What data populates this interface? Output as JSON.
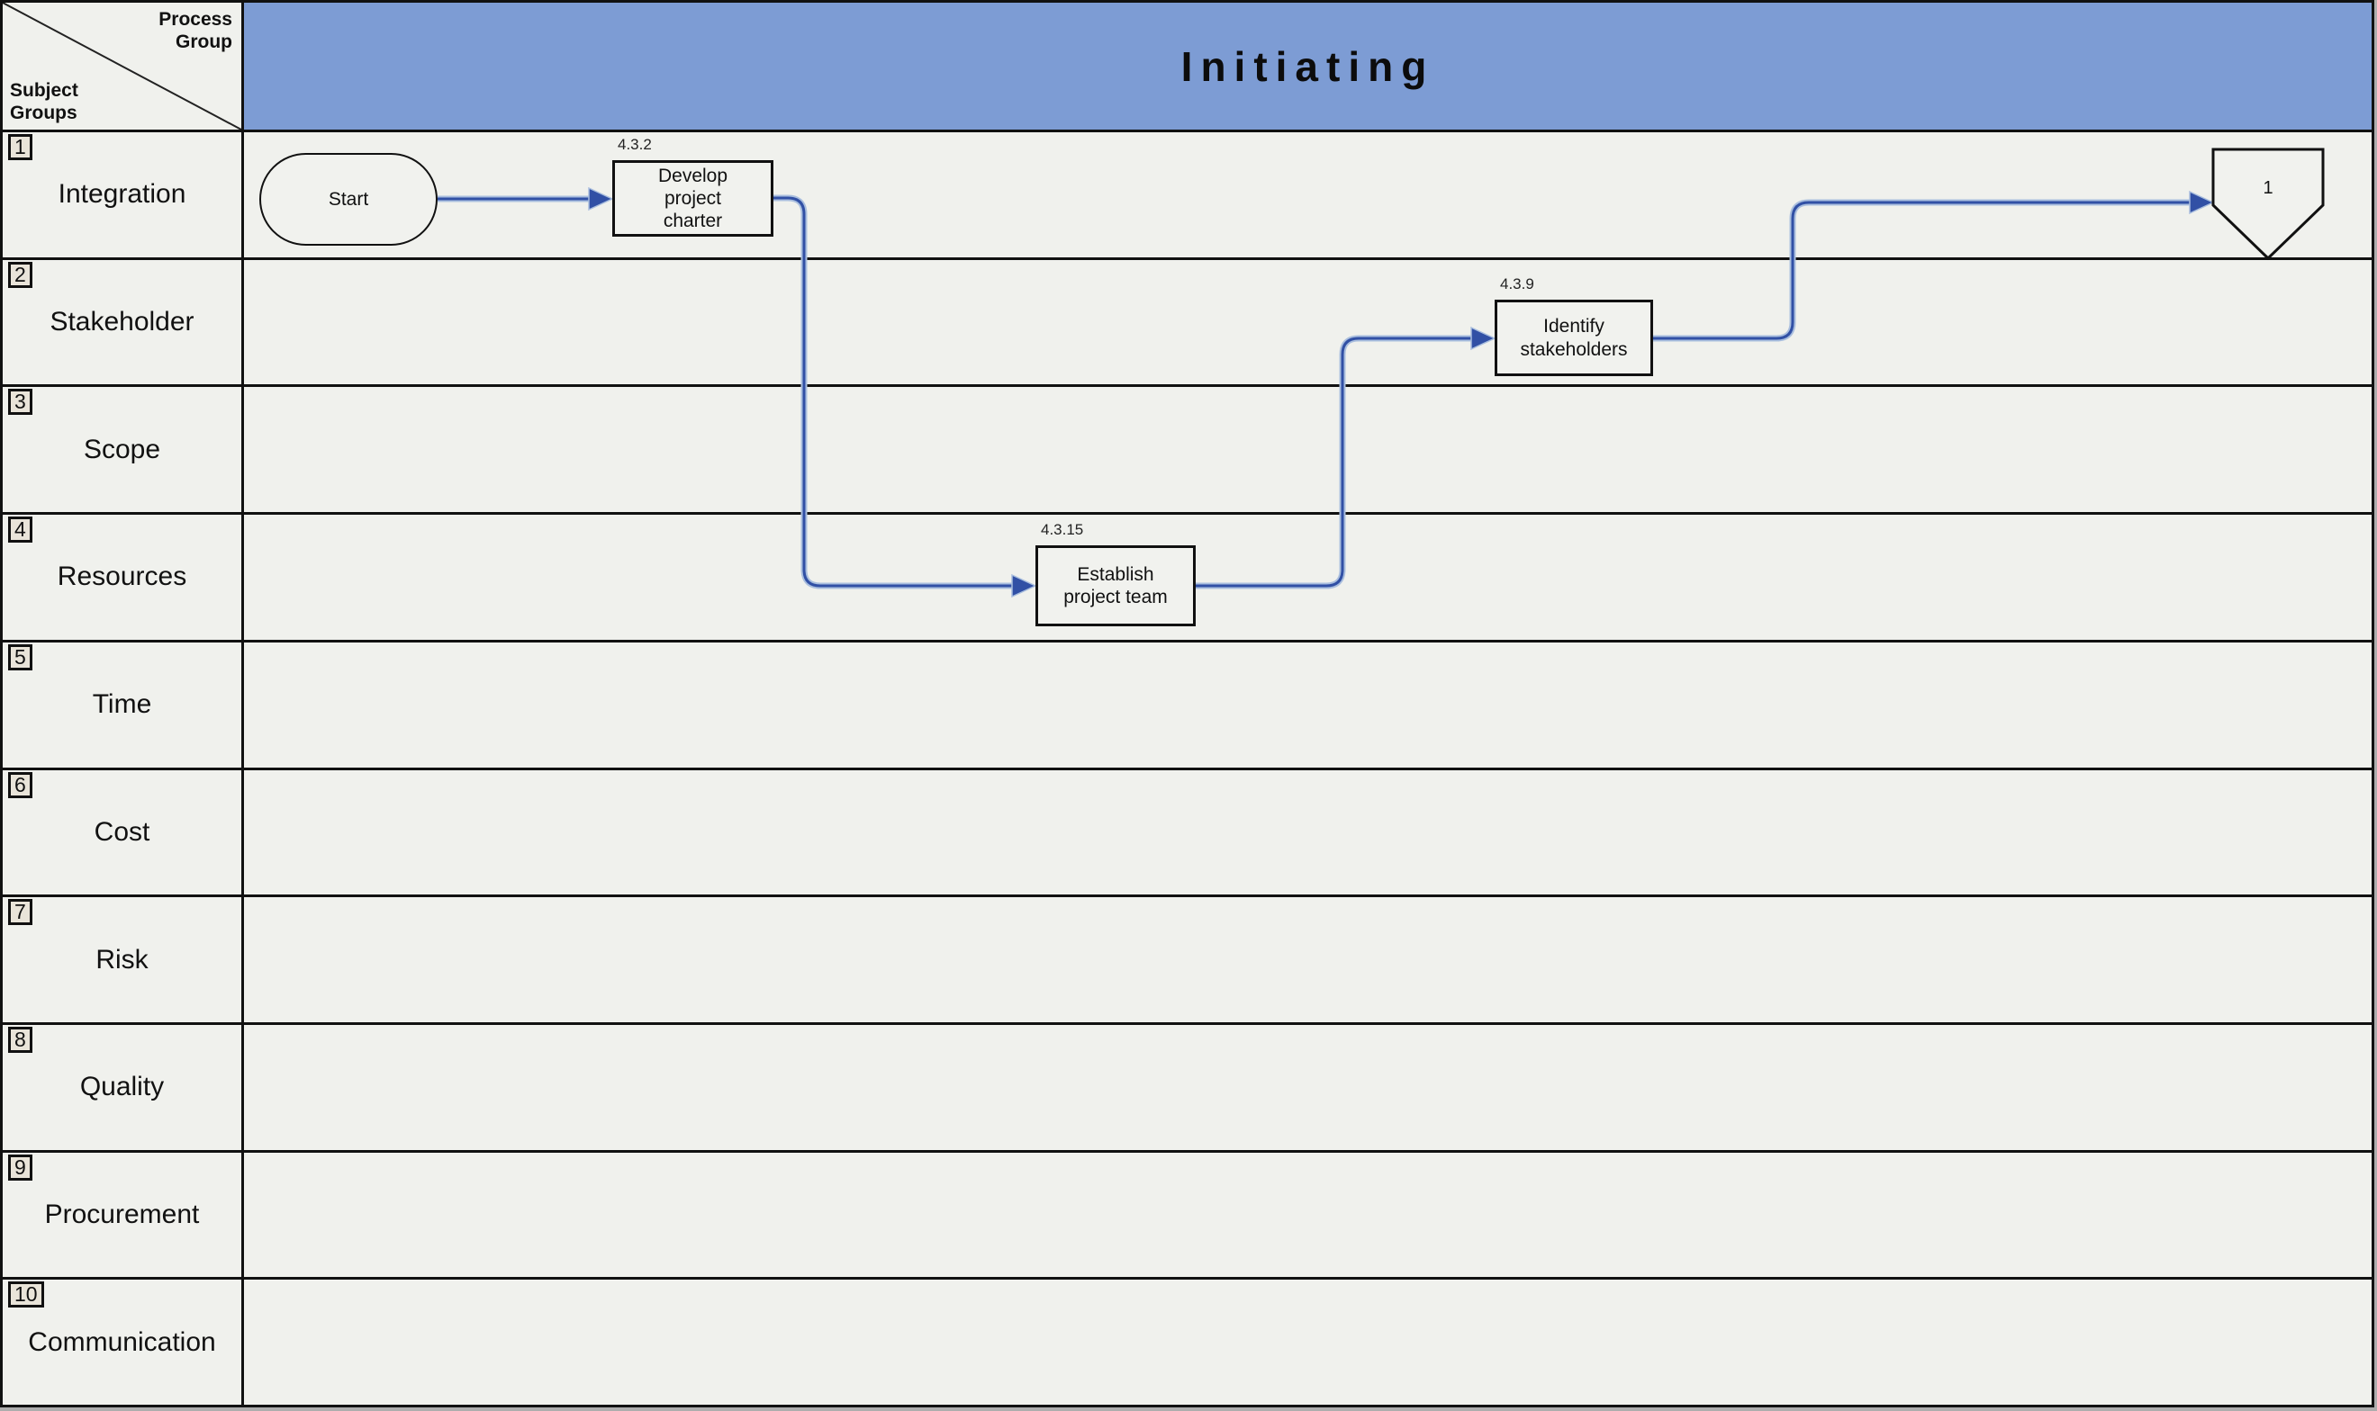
{
  "matrix": {
    "corner_top_label": "Process\nGroup",
    "corner_bottom_label": "Subject\nGroups",
    "header_title": "Initiating"
  },
  "rows": [
    {
      "number": "1",
      "label": "Integration"
    },
    {
      "number": "2",
      "label": "Stakeholder"
    },
    {
      "number": "3",
      "label": "Scope"
    },
    {
      "number": "4",
      "label": "Resources"
    },
    {
      "number": "5",
      "label": "Time"
    },
    {
      "number": "6",
      "label": "Cost"
    },
    {
      "number": "7",
      "label": "Risk"
    },
    {
      "number": "8",
      "label": "Quality"
    },
    {
      "number": "9",
      "label": "Procurement"
    },
    {
      "number": "10",
      "label": "Communication"
    }
  ],
  "nodes": {
    "start": {
      "label": "Start"
    },
    "develop": {
      "ref": "4.3.2",
      "label": "Develop project charter"
    },
    "establish": {
      "ref": "4.3.15",
      "label": "Establish project team"
    },
    "identify": {
      "ref": "4.3.9",
      "label": "Identify stakeholders"
    },
    "offpage": {
      "label": "1"
    }
  },
  "colors": {
    "header_bg": "#7d9cd4",
    "lane_bg": "#f0f1ed",
    "badge_bg": "#e9e4d9",
    "connector": "#3150a5",
    "connector_halo": "#a9bede",
    "border": "#111111"
  }
}
